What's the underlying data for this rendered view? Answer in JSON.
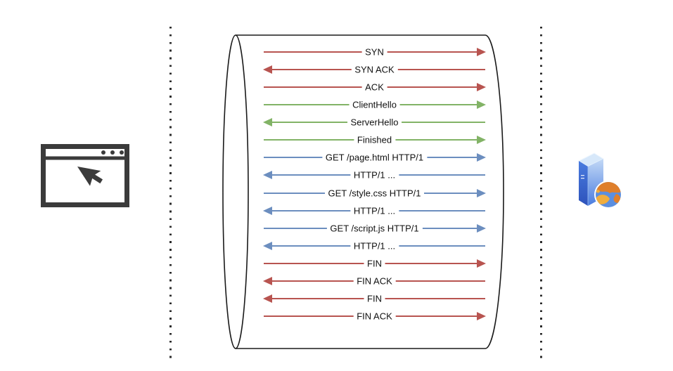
{
  "colors": {
    "tcp": "#b85450",
    "tls": "#82b366",
    "http": "#6c8ebf",
    "outline": "#1a1a1a",
    "icon_gray": "#3b3b3b",
    "server_blue_dark": "#2d52bb",
    "server_blue": "#4a7cdf",
    "server_blue_light": "#c3d9f6",
    "globe_ocean": "#5b8fe0",
    "globe_orange": "#df7f2b",
    "globe_gold": "#f0ad3e"
  },
  "icons": {
    "client": "browser-window-with-cursor",
    "server": "server-tower-with-globe"
  },
  "messages": [
    {
      "label": "SYN",
      "direction": "right",
      "protocol": "tcp"
    },
    {
      "label": "SYN ACK",
      "direction": "left",
      "protocol": "tcp"
    },
    {
      "label": "ACK",
      "direction": "right",
      "protocol": "tcp"
    },
    {
      "label": "ClientHello",
      "direction": "right",
      "protocol": "tls"
    },
    {
      "label": "ServerHello",
      "direction": "left",
      "protocol": "tls"
    },
    {
      "label": "Finished",
      "direction": "right",
      "protocol": "tls"
    },
    {
      "label": "GET /page.html HTTP/1",
      "direction": "right",
      "protocol": "http"
    },
    {
      "label": "HTTP/1 ...",
      "direction": "left",
      "protocol": "http"
    },
    {
      "label": "GET /style.css HTTP/1",
      "direction": "right",
      "protocol": "http"
    },
    {
      "label": "HTTP/1 ...",
      "direction": "left",
      "protocol": "http"
    },
    {
      "label": "GET /script.js HTTP/1",
      "direction": "right",
      "protocol": "http"
    },
    {
      "label": "HTTP/1 ...",
      "direction": "left",
      "protocol": "http"
    },
    {
      "label": "FIN",
      "direction": "right",
      "protocol": "tcp"
    },
    {
      "label": "FIN ACK",
      "direction": "left",
      "protocol": "tcp"
    },
    {
      "label": "FIN",
      "direction": "left",
      "protocol": "tcp"
    },
    {
      "label": "FIN ACK",
      "direction": "right",
      "protocol": "tcp"
    }
  ]
}
